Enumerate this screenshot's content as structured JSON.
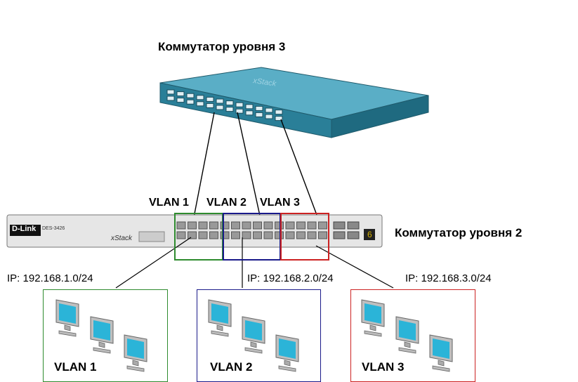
{
  "labels": {
    "l3_switch": "Коммутатор уровня 3",
    "l2_switch": "Коммутатор уровня 2"
  },
  "switch_l2": {
    "brand": "D-Link",
    "model": "DES-3426",
    "series": "xStack",
    "stack_id": "6"
  },
  "vlans": [
    {
      "name": "VLAN 1",
      "ip": "IP: 192.168.1.0/24",
      "color": "#2e8b2e"
    },
    {
      "name": "VLAN 2",
      "ip": "IP: 192.168.2.0/24",
      "color": "#1a1a8a"
    },
    {
      "name": "VLAN 3",
      "ip": "IP: 192.168.3.0/24",
      "color": "#cc2222"
    }
  ],
  "colors": {
    "l3_body": "#2a7f98",
    "l3_top": "#5aaec6",
    "screen": "#2bb4d8"
  }
}
